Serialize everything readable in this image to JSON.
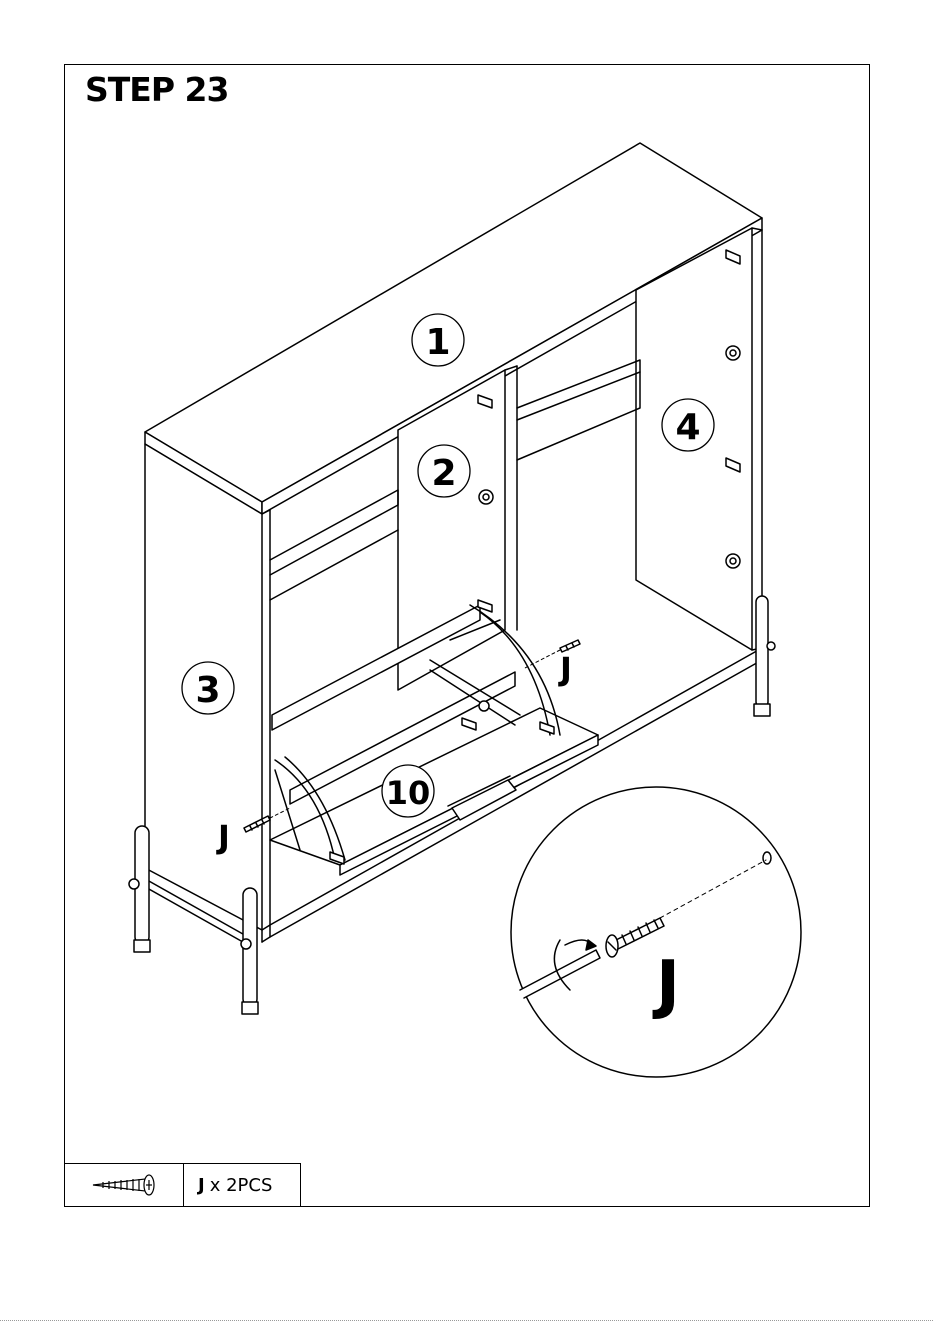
{
  "step": {
    "title": "STEP 23"
  },
  "part_numbers": {
    "p1": "1",
    "p2": "2",
    "p3": "3",
    "p4": "4",
    "p10": "10"
  },
  "screw_labels": {
    "left": "J",
    "right": "J",
    "detail": "J"
  },
  "hardware": {
    "code": "J",
    "quantity_text": "x 2PCS",
    "icon": "screw-icon"
  },
  "colors": {
    "line": "#000000",
    "background": "#ffffff"
  }
}
